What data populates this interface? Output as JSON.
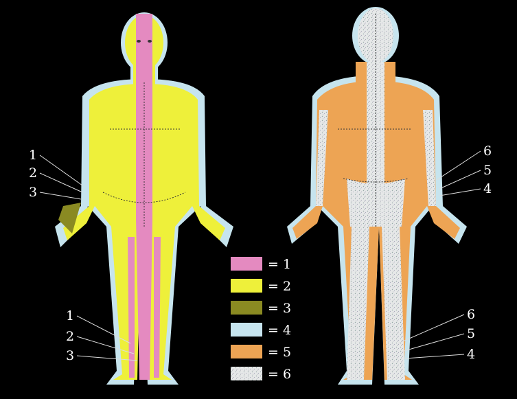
{
  "figures": {
    "front": {
      "left_callouts": [
        "1",
        "2",
        "3"
      ],
      "ankle_callouts": [
        "1",
        "2",
        "3"
      ]
    },
    "back": {
      "right_callouts": [
        "6",
        "5",
        "4"
      ],
      "ankle_callouts": [
        "6",
        "5",
        "4"
      ]
    }
  },
  "legend": {
    "items": [
      {
        "label": "1",
        "color": "#e48ac0",
        "pattern": "solid"
      },
      {
        "label": "2",
        "color": "#eef03a",
        "pattern": "solid"
      },
      {
        "label": "3",
        "color": "#8a8a22",
        "pattern": "solid"
      },
      {
        "label": "4",
        "color": "#c6e4ee",
        "pattern": "solid"
      },
      {
        "label": "5",
        "color": "#eda454",
        "pattern": "solid"
      },
      {
        "label": "6",
        "color": "#e6e8e8",
        "pattern": "speckled"
      }
    ],
    "dash_glyph": "="
  },
  "colors": {
    "background": "#000000",
    "skin_front_yellow": "#eef03a",
    "skin_front_pink": "#e48ac0",
    "skin_back_orange": "#eda454",
    "outline_blue": "#c6e4ee"
  }
}
